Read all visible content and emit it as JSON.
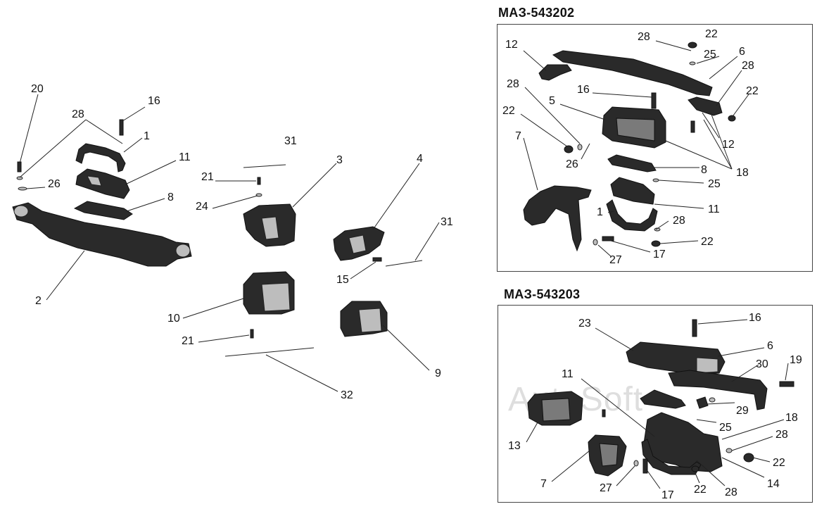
{
  "panels": {
    "top_right": {
      "title": "МАЗ-543202"
    },
    "bottom_right": {
      "title": "МАЗ-543203"
    }
  },
  "watermark": "AutoSoft",
  "callouts_left": {
    "c20": "20",
    "c28": "28",
    "c16": "16",
    "c1": "1",
    "c11": "11",
    "c26": "26",
    "c8": "8",
    "c2": "2",
    "c31a": "31",
    "c21a": "21",
    "c24": "24",
    "c3": "3",
    "c4": "4",
    "c31b": "31",
    "c15": "15",
    "c10": "10",
    "c21b": "21",
    "c9": "9",
    "c32": "32"
  },
  "callouts_top_right": {
    "c28a": "28",
    "c22a": "22",
    "c12a": "12",
    "c25a": "25",
    "c6": "6",
    "c28b": "28",
    "c28c": "28",
    "c16": "16",
    "c22b": "22",
    "c5": "5",
    "c22c": "22",
    "c12b": "12",
    "c7": "7",
    "c26": "26",
    "c18": "18",
    "c8": "8",
    "c25b": "25",
    "c1": "1",
    "c11": "11",
    "c28d": "28",
    "c22d": "22",
    "c27": "27",
    "c17": "17"
  },
  "callouts_bottom_right": {
    "c23": "23",
    "c16": "16",
    "c6": "6",
    "c30": "30",
    "c19": "19",
    "c11": "11",
    "c29": "29",
    "c13": "13",
    "c25": "25",
    "c18": "18",
    "c28a": "28",
    "c22a": "22",
    "c7": "7",
    "c27": "27",
    "c17": "17",
    "c22b": "22",
    "c28b": "28",
    "c14": "14"
  }
}
